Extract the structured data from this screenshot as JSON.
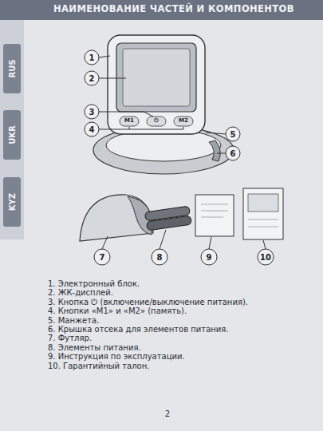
{
  "diagram": {
    "title": "НАИМЕНОВАНИЕ ЧАСТЕЙ И КОМПОНЕНТОВ",
    "labels": [
      "RUS",
      "UKR",
      "KYZ",
      "1",
      "2",
      "3",
      "4",
      "5",
      "6",
      "7",
      "8",
      "9",
      "10",
      "M1",
      "⏻",
      "M2",
      "1. Электронный блок.",
      "2. ЖК-дисплей.",
      "3. Кнопка ⏻ (включение/выключение питания).",
      "4. Кнопки «M1» и «M2» (память).",
      "5. Манжета.",
      "6. Крышка отсека для элементов питания.",
      "7. Футляр.",
      "8. Элементы питания.",
      "9. Инструкция по эксплуатации.",
      "10. Гарантийный талон.",
      "2"
    ]
  }
}
